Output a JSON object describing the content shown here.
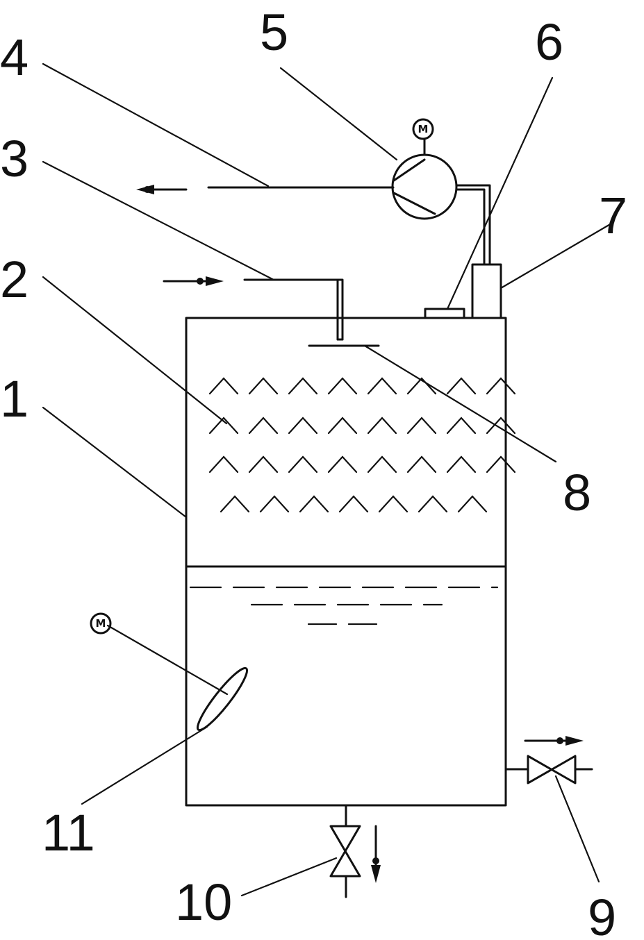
{
  "labels": {
    "l1": "1",
    "l2": "2",
    "l3": "3",
    "l4": "4",
    "l5": "5",
    "l6": "6",
    "l7": "7",
    "l8": "8",
    "l9": "9",
    "l10": "10",
    "l11": "11"
  },
  "motor_symbol": "M",
  "icons": {
    "pump": "pump-icon",
    "motor": "motor-icon",
    "valve": "valve-icon",
    "arrow": "flow-arrow-icon",
    "agitator": "agitator-icon"
  },
  "colors": {
    "line": "#111111",
    "background": "#ffffff"
  }
}
